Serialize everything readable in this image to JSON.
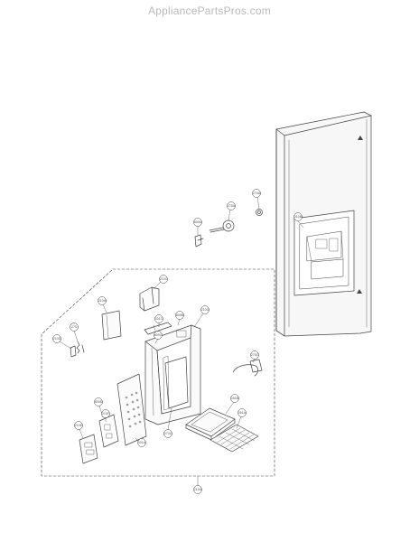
{
  "watermark": "AppliancePartsPros.com",
  "callouts": {
    "c270A": "270A",
    "c275A": "275A",
    "c809A": "809A",
    "c210B": "210B",
    "c210C": "210C",
    "c210H": "210H",
    "c331C": "331C",
    "c809B": "809B",
    "c210G": "210G",
    "c275": "275",
    "c809C": "809C",
    "c210D": "210D",
    "c275C": "275C",
    "c809D": "809D",
    "c210F": "210F",
    "c301A": "301A",
    "c210E": "210E",
    "c261B": "261B",
    "c261A": "261A",
    "c270C": "270C",
    "c210A": "210A"
  }
}
